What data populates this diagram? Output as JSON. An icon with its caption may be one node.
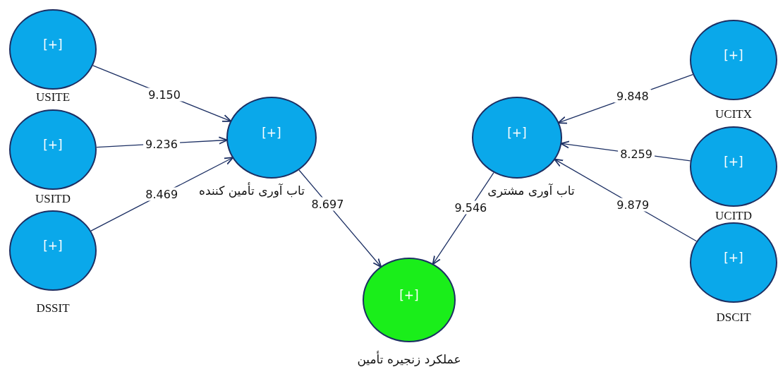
{
  "diagram": {
    "nodes": [
      {
        "text": [
          "[+]",
          "USITE"
        ]
      },
      {
        "text": [
          "[+]",
          "USITD"
        ]
      },
      {
        "text": [
          "[+]",
          "DSSIT"
        ]
      },
      {
        "text": [
          "[+]",
          "تاب آوری تأمین کننده"
        ]
      },
      {
        "text": [
          "[+]",
          "تاب آوری مشتری"
        ]
      },
      {
        "text": [
          "[+]",
          "UCITX"
        ]
      },
      {
        "text": [
          "[+]",
          "UCITD"
        ]
      },
      {
        "text": [
          "[+]",
          "DSCIT"
        ]
      },
      {
        "text": [
          "[+]",
          "عملکرد زنجیره تأمین"
        ]
      }
    ],
    "edges": [
      {
        "from": 0,
        "to": 3,
        "arrow": "to",
        "label": "9.150"
      },
      {
        "from": 1,
        "to": 3,
        "arrow": "to",
        "label": "9.236"
      },
      {
        "from": 2,
        "to": 3,
        "arrow": "to",
        "label": "8.469"
      },
      {
        "from": 5,
        "to": 4,
        "arrow": "to",
        "label": "9.848"
      },
      {
        "from": 6,
        "to": 4,
        "arrow": "to",
        "label": "8.259"
      },
      {
        "from": 7,
        "to": 4,
        "arrow": "to",
        "label": "9.879"
      },
      {
        "from": 3,
        "to": 8,
        "arrow": "to",
        "label": "8.697"
      },
      {
        "from": 4,
        "to": 8,
        "arrow": "to",
        "label": "9.546"
      }
    ]
  }
}
